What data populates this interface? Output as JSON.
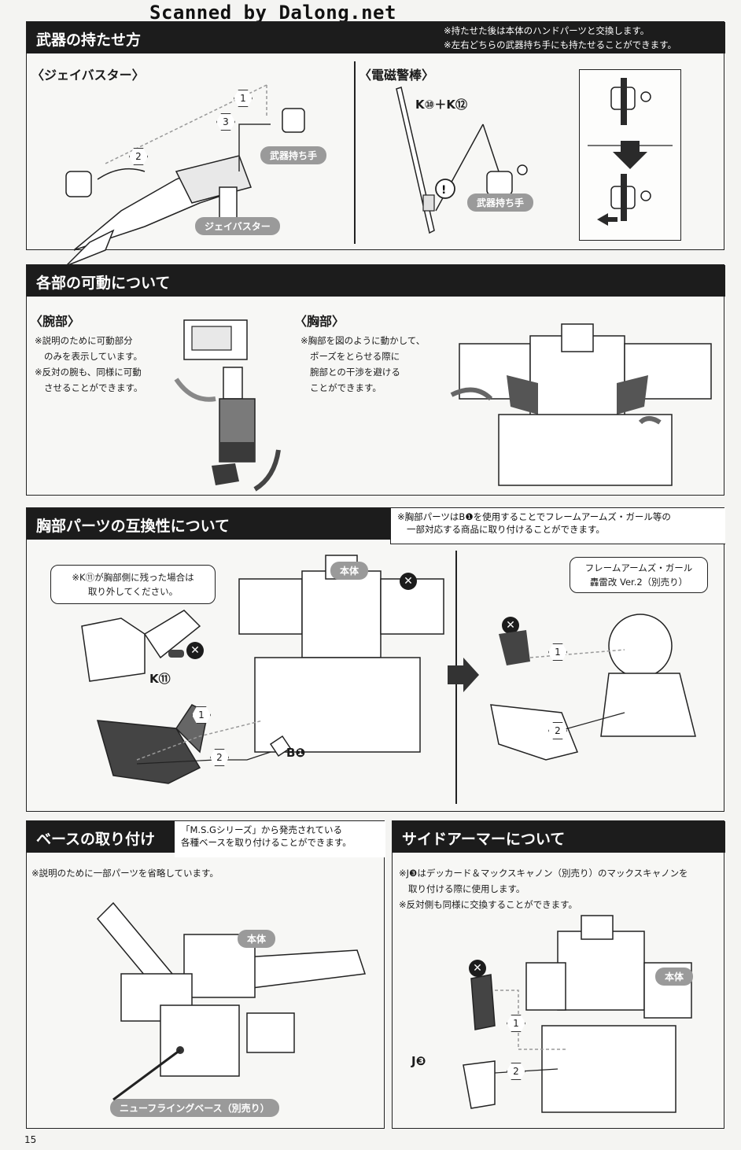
{
  "watermark": "Scanned by Dalong.net",
  "page_number": "15",
  "sec1": {
    "title": "武器の持たせ方",
    "notes": [
      "※持たせた後は本体のハンドパーツと交換します。",
      "※左右どちらの武器持ち手にも持たせることができます。"
    ],
    "left_sub": "〈ジェイバスター〉",
    "left_weapon_label": "ジェイバスター",
    "left_hand_label": "武器持ち手",
    "right_sub": "〈電磁警棒〉",
    "part_code": "K⑩＋K⑫",
    "right_hand_label": "武器持ち手",
    "steps": [
      "1",
      "2",
      "3"
    ]
  },
  "sec2": {
    "title": "各部の可動について",
    "arm_sub": "〈腕部〉",
    "arm_notes": [
      "※説明のために可動部分",
      "のみを表示しています。",
      "※反対の腕も、同様に可動",
      "させることができます。"
    ],
    "chest_sub": "〈胸部〉",
    "chest_notes": [
      "※胸部を図のように動かして、",
      "ポーズをとらせる際に",
      "腕部との干渉を避ける",
      "ことができます。"
    ]
  },
  "sec3": {
    "title": "胸部パーツの互換性について",
    "notes": [
      "※胸部パーツはB❶を使用することでフレームアームズ・ガール等の",
      "一部対応する商品に取り付けることができます。"
    ],
    "bubble": [
      "※K⑪が胸部側に残った場合は",
      "取り外してください。"
    ],
    "k_label": "K⑪",
    "body_label": "本体",
    "b_label": "B❶",
    "fag_label": [
      "フレームアームズ・ガール",
      "轟雷改 Ver.2（別売り）"
    ]
  },
  "sec4": {
    "title": "ベースの取り付け",
    "header_notes": [
      "「M.S.Gシリーズ」から発売されている",
      "各種ベースを取り付けることができます。"
    ],
    "note": "※説明のために一部パーツを省略しています。",
    "body_label": "本体",
    "base_label": "ニューフライングベース（別売り）"
  },
  "sec5": {
    "title": "サイドアーマーについて",
    "notes": [
      "※J❸はデッカード＆マックスキャノン（別売り）のマックスキャノンを",
      "取り付ける際に使用します。",
      "※反対側も同様に交換することができます。"
    ],
    "body_label": "本体",
    "j_label": "J❸"
  },
  "colors": {
    "header_bg": "#1c1c1c",
    "pill_bg": "#9a9a9a",
    "part_dark": "#3a3a3a"
  }
}
